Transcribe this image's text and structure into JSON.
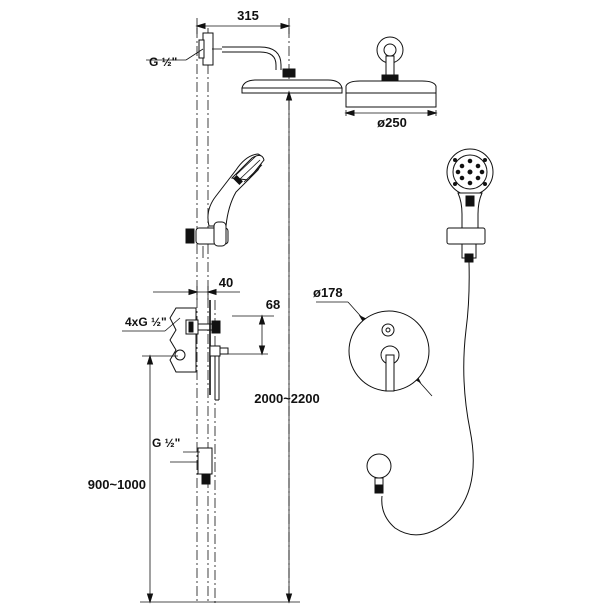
{
  "dimensions": {
    "arm_length": "315",
    "head_diameter": "ø250",
    "inlet_top": "G ½\"",
    "valve_offset": "40",
    "valve_depth": "68",
    "valve_ports": "4xG ½\"",
    "plate_diameter": "ø178",
    "inlet_bottom": "G ½\"",
    "valve_height": "900~1000",
    "head_height": "2000~2200"
  }
}
